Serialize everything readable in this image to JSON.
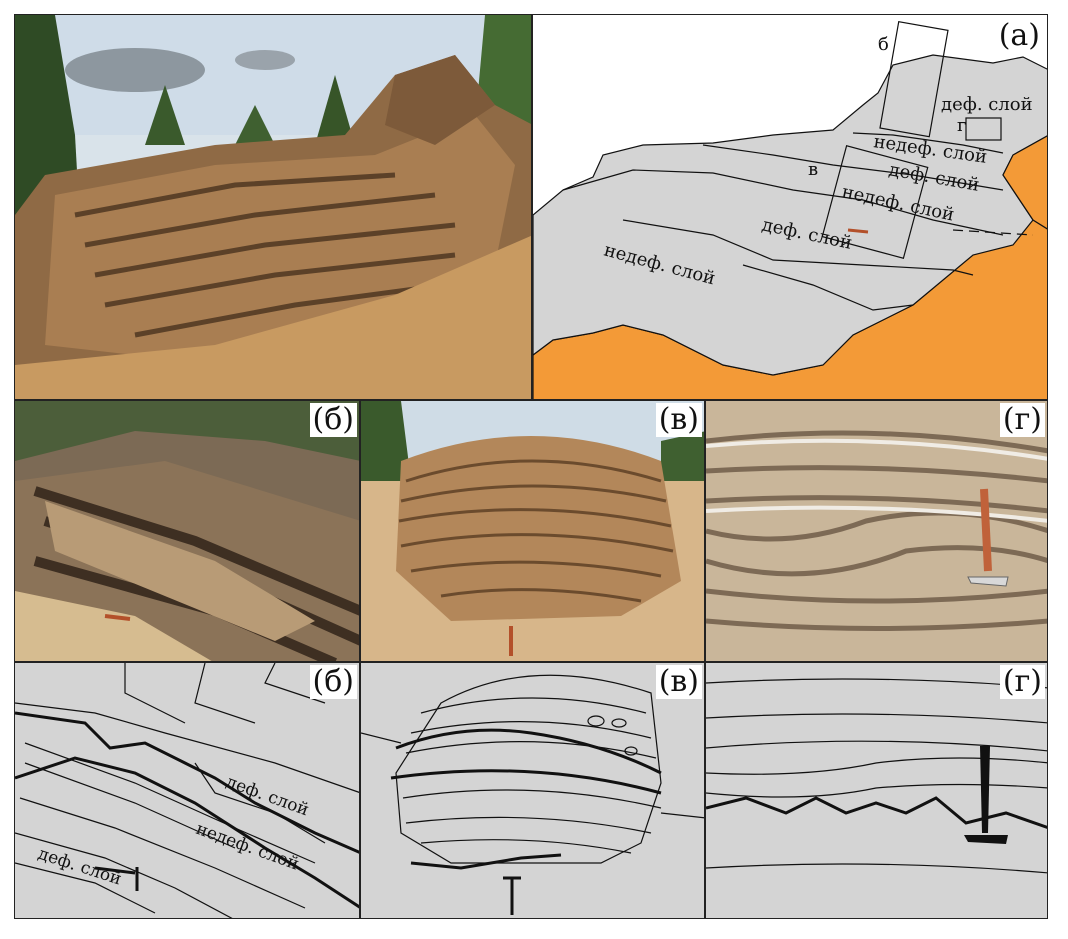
{
  "panels": {
    "a": {
      "label": "(а)",
      "box_b": "б",
      "box_v": "в",
      "box_g": "г",
      "layers": [
        "деф. слой",
        "недеф. слой",
        "деф. слой",
        "недеф. слой",
        "деф. слой",
        "недеф. слой"
      ]
    },
    "b_photo": {
      "label": "(б)"
    },
    "v_photo": {
      "label": "(в)"
    },
    "g_photo": {
      "label": "(г)"
    },
    "b_sketch": {
      "label": "(б)",
      "texts": [
        "деф. слой",
        "недеф. слой",
        "деф. слой"
      ]
    },
    "v_sketch": {
      "label": "(в)"
    },
    "g_sketch": {
      "label": "(г)"
    }
  },
  "colors": {
    "rock_fill": "#d4d4d4",
    "sand_orange": "#f39a37",
    "sky": "#cfdce6",
    "sandstone": "#b3875a"
  }
}
